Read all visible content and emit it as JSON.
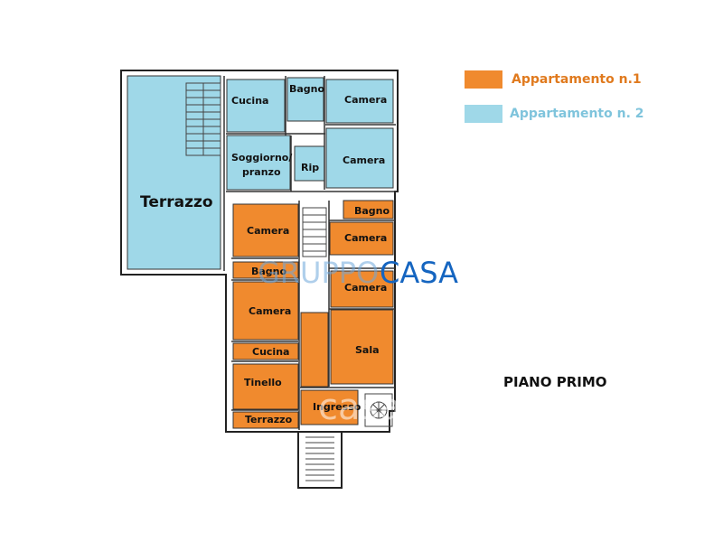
{
  "legend": [
    {
      "label": "Appartamento n.1",
      "color": "#f08a2e"
    },
    {
      "label": "Appartamento n. 2",
      "color": "#9fd8e8"
    }
  ],
  "floor_label": "PIANO PRIMO",
  "rooms": {
    "terrazzo_big": "Terrazzo",
    "cucina_top": "Cucina",
    "bagno_top": "Bagno",
    "camera_top1": "Camera",
    "soggiorno_line1": "Soggiorno/",
    "soggiorno_line2": "pranzo",
    "rip": "Rip",
    "camera_top2": "Camera",
    "camera_left1": "Camera",
    "bagno_right": "Bagno",
    "camera_right1": "Camera",
    "bagno_left": "Bagno",
    "camera_right2": "Camera",
    "camera_left2": "Camera",
    "sala": "Sala",
    "cucina_bottom": "Cucina",
    "tinello": "Tinello",
    "ingresso": "Ingresso",
    "terrazzo_small": "Terrazzo"
  },
  "watermark": {
    "part1": "GRUPPO",
    "part2": "CASA",
    "part3": "casa.it"
  }
}
